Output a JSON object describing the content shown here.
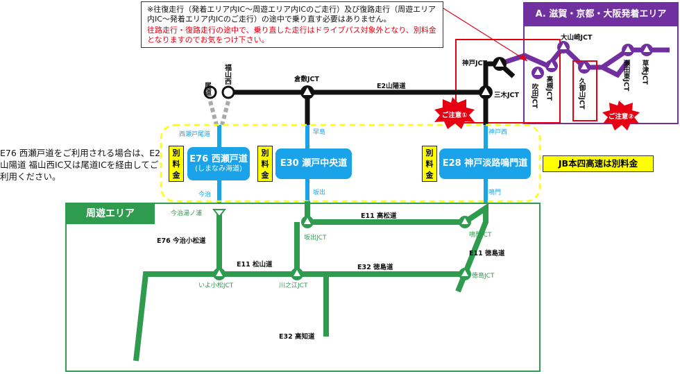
{
  "notice": {
    "black_text": "※往復走行（発着エリア内IC～周遊エリア内ICのご走行）及び復路走行（周遊エリア内IC～発着エリア内ICのご走行）の途中で乗り直す必要はありません。",
    "red_text": "往路走行・復路走行の途中で、乗り直した走行はドライブパス対象外となり、別料金となりますのでお気をつけ下さい。"
  },
  "region_a": {
    "title": "A. 滋賀・京都・大阪発着エリア"
  },
  "jb_note": "JB本四高速は別料金",
  "left_note": "E76 西瀬戸道をご利用される場合は、E2 山陽道 福山西IC又は尾道ICを経由してご利用ください。",
  "area_tab": "周遊エリア",
  "caution": {
    "one": "ご注意①",
    "two": "ご注意②"
  },
  "routes": {
    "e76": {
      "main": "E76 西瀬戸道",
      "sub": "(しまなみ海道)"
    },
    "e30": {
      "main": "E30 瀬戸中央道"
    },
    "e28": {
      "main": "E28 神戸淡路鳴門道"
    }
  },
  "toll_label": "別料金",
  "labels": {
    "onomichi": "尾道",
    "fukuyama_nishi": "福山西",
    "kurashiki_jct": "倉敷JCT",
    "e2_sanyo": "E2山陽道",
    "kobe_jct": "神戸JCT",
    "miki_jct": "三木JCT",
    "oyamazaki_jct": "大山崎JCT",
    "suita_jct": "吹田JCT",
    "takatsuki_jct": "高槻JCT",
    "kumiyama_jct": "久御山JCT",
    "seta_higashi_jct": "瀬田東JCT",
    "kusatsu_jct": "草津JCT",
    "nishiseto_onomichi": "西瀬戸尾道",
    "imabari": "今治",
    "hayashima": "早島",
    "sakaide": "坂出",
    "kobe_nishi": "神戸西",
    "naruto": "鳴門",
    "imabari_yunoura": "今治湯ノ浦",
    "e76_imabari_komatsu": "E76 今治小松道",
    "e11_takamatsu": "E11 高松道",
    "sakaide_jct": "坂出JCT",
    "naruto_jct": "鳴門JCT",
    "e11_tokushima": "E11 徳島道",
    "e11_matsuyama": "E11 松山道",
    "e32_tokushima": "E32 徳島道",
    "iyo_komatsu_jct": "いよ小松JCT",
    "kawanoe_jct": "川之江JCT",
    "tokushima_jct": "徳島JCT",
    "e32_kochi": "E32 高知道"
  },
  "colors": {
    "purple": "#7030a0",
    "green": "#2e9b4f",
    "blue": "#1aa3e8",
    "red": "#e60012",
    "yellow": "#ffff00"
  }
}
